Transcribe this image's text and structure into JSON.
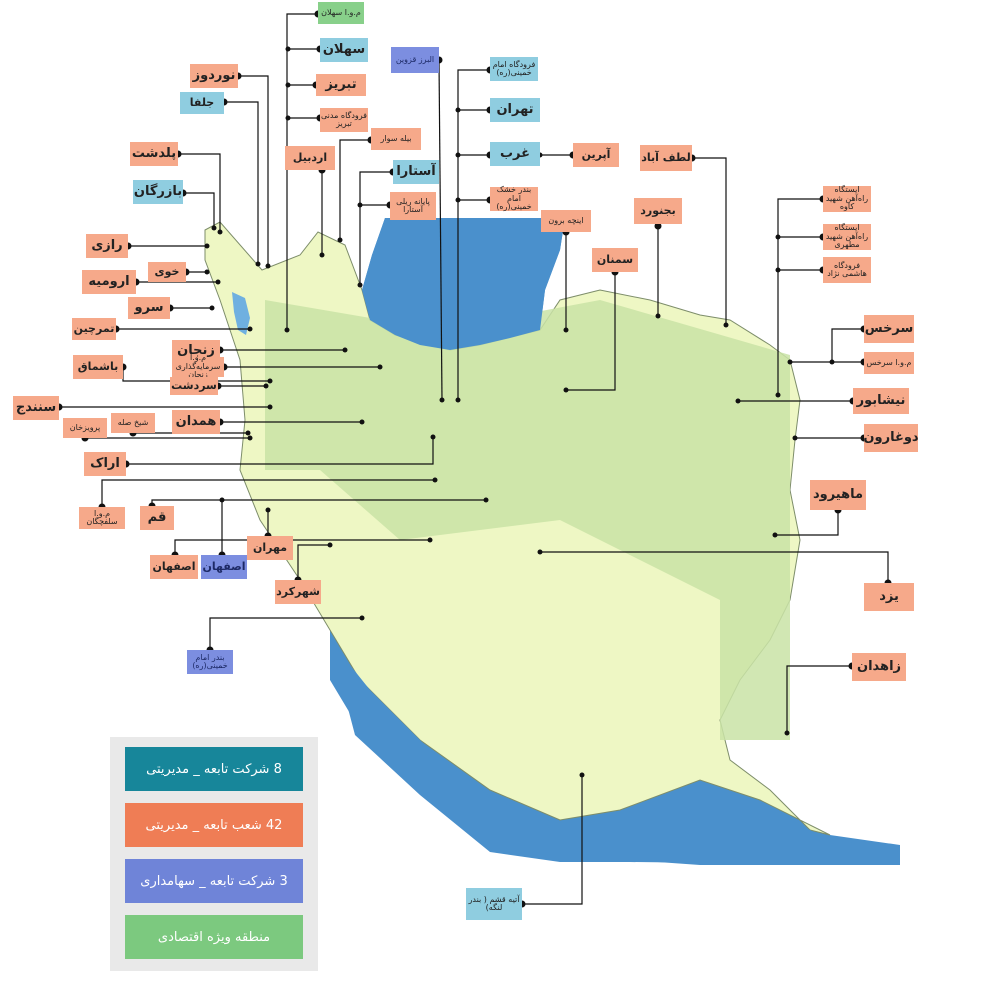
{
  "colors": {
    "water": "#4a90cc",
    "land": "#eef7c4",
    "zone": "#c9e3a6",
    "border": "#7d8d6a",
    "line": "#111111",
    "branch": "#f6a98a",
    "company": "#8fcde0",
    "holding": "#7c8ee0",
    "special": "#88d08a"
  },
  "labels": [
    {
      "id": "mva-sahlan",
      "text": "م.و.ا سهلان",
      "color": "special"
    },
    {
      "id": "sahlan",
      "text": "سهلان",
      "color": "company"
    },
    {
      "id": "tabriz",
      "text": "تبریز",
      "color": "branch"
    },
    {
      "id": "tabriz-airport",
      "text": "فرودگاه مدنی تبریز",
      "color": "branch"
    },
    {
      "id": "nowrooz",
      "text": "نوردوز",
      "color": "branch"
    },
    {
      "id": "jolfa",
      "text": "جلفا",
      "color": "company"
    },
    {
      "id": "piranshahr",
      "text": "پلدشت",
      "color": "branch"
    },
    {
      "id": "bazargan",
      "text": "بازرگان",
      "color": "company"
    },
    {
      "id": "razi",
      "text": "رازی",
      "color": "branch"
    },
    {
      "id": "khoy",
      "text": "خوی",
      "color": "branch"
    },
    {
      "id": "urmia",
      "text": "ارومیه",
      "color": "branch"
    },
    {
      "id": "sero",
      "text": "سرو",
      "color": "branch"
    },
    {
      "id": "tamarchin",
      "text": "تمرچین",
      "color": "branch"
    },
    {
      "id": "zanjan",
      "text": "زنجان",
      "color": "branch"
    },
    {
      "id": "bashmaq",
      "text": "باشماق",
      "color": "branch"
    },
    {
      "id": "zanjan-mva",
      "text": "م.و.ا سرمایه‌گذاری زنجان",
      "color": "branch"
    },
    {
      "id": "sardasht",
      "text": "سردشت",
      "color": "branch"
    },
    {
      "id": "sanandaj",
      "text": "سنندج",
      "color": "branch"
    },
    {
      "id": "parvizkhan",
      "text": "پرویزخان",
      "color": "branch"
    },
    {
      "id": "sheikh-saleh",
      "text": "شیخ صله",
      "color": "branch"
    },
    {
      "id": "hamedan",
      "text": "همدان",
      "color": "branch"
    },
    {
      "id": "arak",
      "text": "اراک",
      "color": "branch"
    },
    {
      "id": "mva-salafchegan",
      "text": "م.و.ا سلفچگان",
      "color": "branch"
    },
    {
      "id": "qom",
      "text": "قم",
      "color": "branch"
    },
    {
      "id": "isfahan-branch",
      "text": "اصفهان",
      "color": "branch"
    },
    {
      "id": "isfahan-holding",
      "text": "اصفهان",
      "color": "holding"
    },
    {
      "id": "mehran",
      "text": "مهران",
      "color": "branch"
    },
    {
      "id": "shahrekord",
      "text": "شهرکرد",
      "color": "branch"
    },
    {
      "id": "bandar-imam",
      "text": "بندر امام خمینی(ره)",
      "color": "holding"
    },
    {
      "id": "ardabil",
      "text": "اردبیل",
      "color": "branch"
    },
    {
      "id": "bileh-savar",
      "text": "بیله سوار",
      "color": "branch"
    },
    {
      "id": "astara",
      "text": "آستارا",
      "color": "company"
    },
    {
      "id": "astara-rail",
      "text": "پایانه ریلی آستارا",
      "color": "branch"
    },
    {
      "id": "alborz-qazvin",
      "text": "البرز قزوین",
      "color": "holding"
    },
    {
      "id": "imam-airport",
      "text": "فرودگاه امام خمینی(ره)",
      "color": "company"
    },
    {
      "id": "tehran",
      "text": "تهران",
      "color": "company"
    },
    {
      "id": "gharb",
      "text": "غرب",
      "color": "company"
    },
    {
      "id": "aprin",
      "text": "آپرین",
      "color": "branch"
    },
    {
      "id": "tehran-dry-port",
      "text": "بندر خشک امام خمینی(ره)",
      "color": "branch"
    },
    {
      "id": "incheh-borun",
      "text": "اینچه برون",
      "color": "branch"
    },
    {
      "id": "semnan",
      "text": "سمنان",
      "color": "branch"
    },
    {
      "id": "bojnurd",
      "text": "بجنورد",
      "color": "branch"
    },
    {
      "id": "lotfabad",
      "text": "لطف آباد",
      "color": "branch"
    },
    {
      "id": "mashhad-rail",
      "text": "ایستگاه راه‌آهن شهید کاوه",
      "color": "branch"
    },
    {
      "id": "mashhad-rail2",
      "text": "ایستگاه راه‌آهن شهید مطهری",
      "color": "branch"
    },
    {
      "id": "mashhad-airport",
      "text": "فرودگاه هاشمی نژاد",
      "color": "branch"
    },
    {
      "id": "sarakhs",
      "text": "سرخس",
      "color": "branch"
    },
    {
      "id": "mva-sarakhs",
      "text": "م.و.ا سرخس",
      "color": "branch"
    },
    {
      "id": "neyshabur",
      "text": "نیشابور",
      "color": "branch"
    },
    {
      "id": "dogharoun",
      "text": "دوغارون",
      "color": "branch"
    },
    {
      "id": "mahirud",
      "text": "ماهیرود",
      "color": "branch"
    },
    {
      "id": "yazd",
      "text": "یزد",
      "color": "branch"
    },
    {
      "id": "zahedan",
      "text": "زاهدان",
      "color": "branch"
    },
    {
      "id": "qeshm",
      "text": "آتیه قشم ( بندر لنگه)",
      "color": "company"
    }
  ],
  "legend": [
    {
      "text": "8 شرکت تابعه _ مدیریتی",
      "color": "#17869a"
    },
    {
      "text": "42 شعب تابعه _ مدیریتی",
      "color": "#ef7d55"
    },
    {
      "text": "3 شرکت تابعه _ سهامداری",
      "color": "#6f84d8"
    },
    {
      "text": "منطقه ویژه اقتصادی",
      "color": "#7cc97f"
    }
  ]
}
